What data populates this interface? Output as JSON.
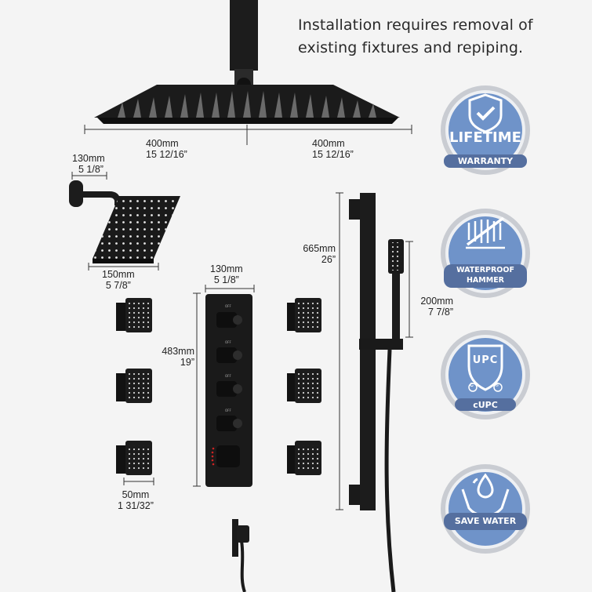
{
  "headline": {
    "line1": "Installation requires removal of",
    "line2": "existing fixtures and repiping."
  },
  "dimensions": {
    "rain_head_left": {
      "mm": "400mm",
      "inch": "15 12/16”"
    },
    "rain_head_right": {
      "mm": "400mm",
      "inch": "15 12/16”"
    },
    "shower_arm": {
      "mm": "130mm",
      "inch": "5 1/8”"
    },
    "square_head": {
      "mm": "150mm",
      "inch": "5 7/8”"
    },
    "valve_width": {
      "mm": "130mm",
      "inch": "5 1/8”"
    },
    "valve_height": {
      "mm": "483mm",
      "inch": "19”"
    },
    "body_jet": {
      "mm": "50mm",
      "inch": "1 31/32”"
    },
    "slide_bar": {
      "mm": "665mm",
      "inch": "26”"
    },
    "hand_shower": {
      "mm": "200mm",
      "inch": "7 7/8”"
    }
  },
  "valve": {
    "knob_labels": [
      "OFF",
      "OFF",
      "OFF",
      "OFF"
    ]
  },
  "badges": [
    {
      "icon": "shield-check-icon",
      "label": "LIFETIME",
      "sublabel": "WARRANTY"
    },
    {
      "icon": "water-hammer-icon",
      "label": "WATERPROOF",
      "sublabel": "HAMMER"
    },
    {
      "icon": "upc-shield-icon",
      "label": "UPC",
      "sublabel": "cUPC",
      "marks": [
        "C",
        "®"
      ]
    },
    {
      "icon": "water-hands-icon",
      "label": "SAVE WATER",
      "sublabel": ""
    }
  ],
  "colors": {
    "fixture": "#1c1c1c",
    "badge_blue": "#6f93c9",
    "badge_silver": "#c9ccd2",
    "background": "#f4f4f4"
  }
}
